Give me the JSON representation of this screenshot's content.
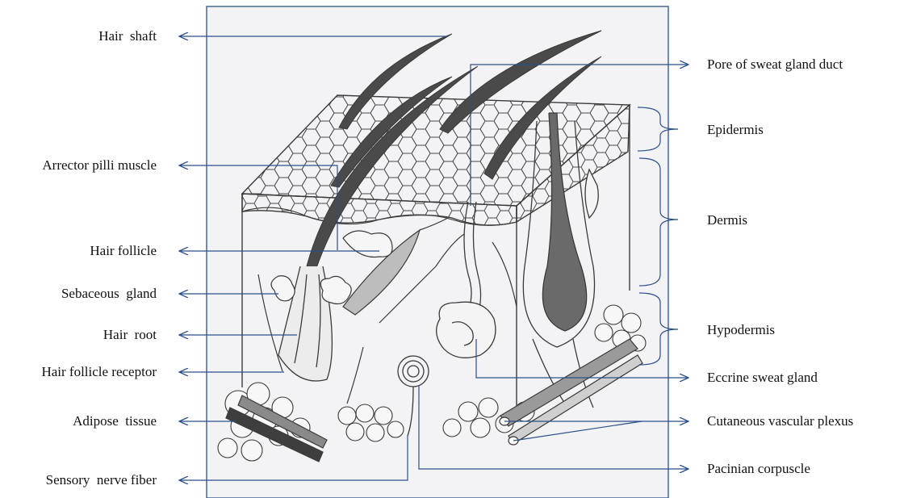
{
  "labels": {
    "hair_shaft": "Hair  shaft",
    "arrector_pilli_muscle": "Arrector pilli muscle",
    "hair_follicle": "Hair follicle",
    "sebaceous_gland": "Sebaceous  gland",
    "hair_root": "Hair  root",
    "hair_follicle_receptor": "Hair follicle receptor",
    "adipose_tissue": "Adipose  tissue",
    "sensory_nerve_fiber": "Sensory  nerve fiber",
    "pore_of_sweat_gland_duct": "Pore of sweat gland duct",
    "epidermis": "Epidermis",
    "dermis": "Dermis",
    "hypodermis": "Hypodermis",
    "eccrine_sweat_gland": "Eccrine sweat gland",
    "cutaneous_vascular_plexus": "Cutaneous vascular plexus",
    "pacinian_corpuscle": "Pacinian corpuscle"
  },
  "colors": {
    "leader_line": "#2b4f8a",
    "sketch": "#3a3a3a",
    "sketch_light": "#8a8a8a",
    "paper": "#f4f4f6",
    "frame": "#2b4f8a"
  }
}
